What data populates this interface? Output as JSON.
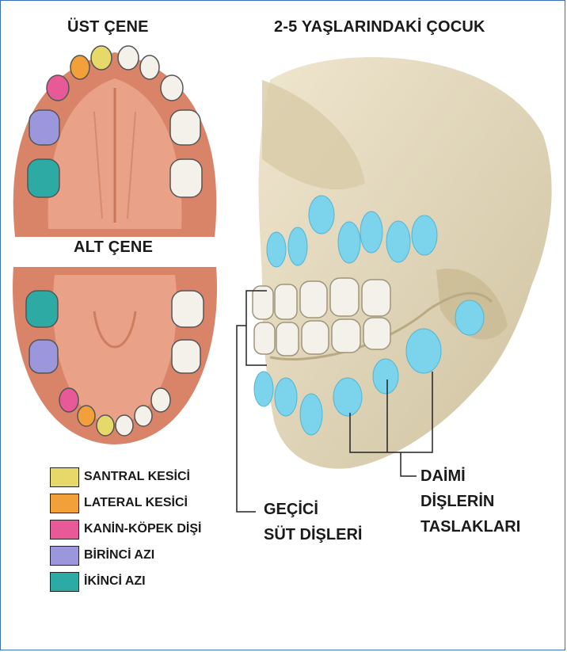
{
  "titles": {
    "upper_jaw": "ÜST ÇENE",
    "lower_jaw": "ALT ÇENE",
    "child_age": "2-5 YAŞLARINDAKİ ÇOCUK"
  },
  "callouts": {
    "temporary": [
      "GEÇİCİ",
      "SÜT DİŞLERİ"
    ],
    "permanent": [
      "DAİMİ",
      "DİŞLERİN",
      "TASLAKLARI"
    ]
  },
  "legend": [
    {
      "label": "SANTRAL KESİCİ",
      "color": "#e7d86a"
    },
    {
      "label": "LATERAL KESİCİ",
      "color": "#f2a13a"
    },
    {
      "label": "KANİN-KÖPEK DİŞİ",
      "color": "#e85a97"
    },
    {
      "label": "BİRİNCİ AZI",
      "color": "#9c96dc"
    },
    {
      "label": "İKİNCİ AZI",
      "color": "#2eaaa5"
    }
  ],
  "colors": {
    "tooth_bud": "#7cd3ec",
    "bone": "#e6dcc2",
    "gum": "#e59776",
    "enamel": "#f4f1ea"
  }
}
